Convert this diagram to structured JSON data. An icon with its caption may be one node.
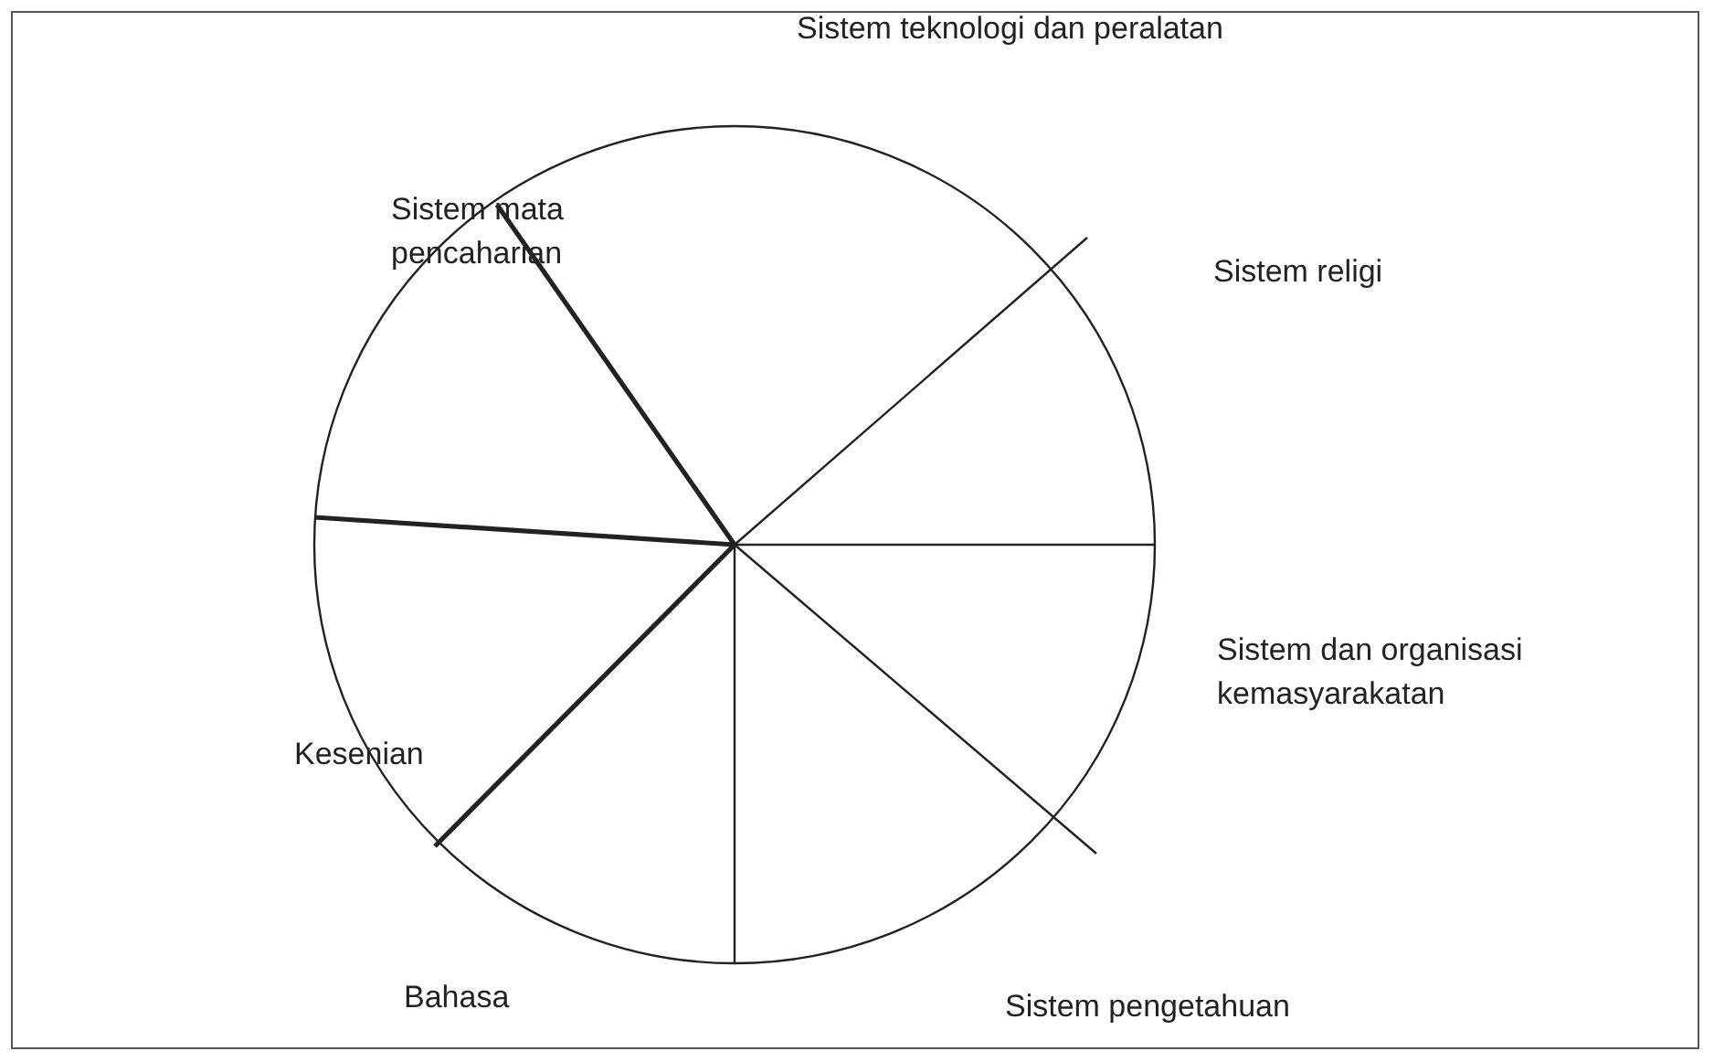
{
  "diagram": {
    "labels": [
      "Sistem teknologi dan peralatan",
      "Sistem mata pencaharian",
      "Sistem religi",
      "Sistem dan organisasi kemasyarakatan",
      "Kesenian",
      "Bahasa",
      "Sistem pengetahuan"
    ]
  }
}
